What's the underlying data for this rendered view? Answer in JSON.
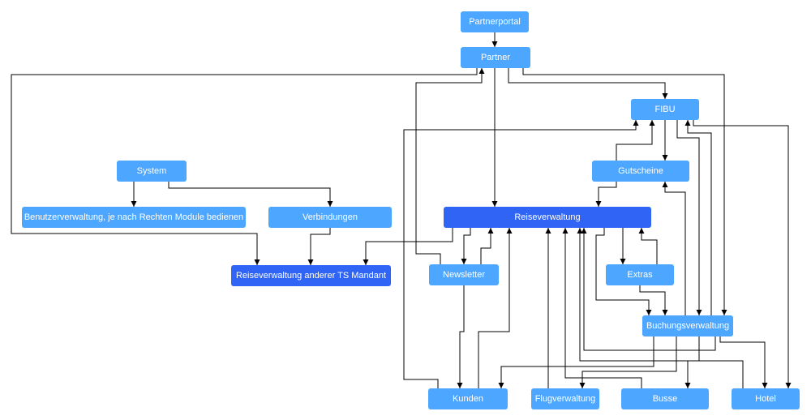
{
  "nodes": {
    "partnerportal": "Partnerportal",
    "partner": "Partner",
    "fibu": "FIBU",
    "system": "System",
    "gutscheine": "Gutscheine",
    "benutzerverwaltung": "Benutzerverwaltung, je nach Rechten Module bedienen",
    "verbindungen": "Verbindungen",
    "reiseverwaltung": "Reiseverwaltung",
    "reiseverwaltung_mandant": "Reiseverwaltung anderer TS Mandant",
    "newsletter": "Newsletter",
    "extras": "Extras",
    "buchungsverwaltung": "Buchungsverwaltung",
    "kunden": "Kunden",
    "flugverwaltung": "Flugverwaltung",
    "busse": "Busse",
    "hotel": "Hotel"
  },
  "colors": {
    "node": "#4da6ff",
    "highlight": "#2f64f5",
    "edge": "#000000"
  }
}
